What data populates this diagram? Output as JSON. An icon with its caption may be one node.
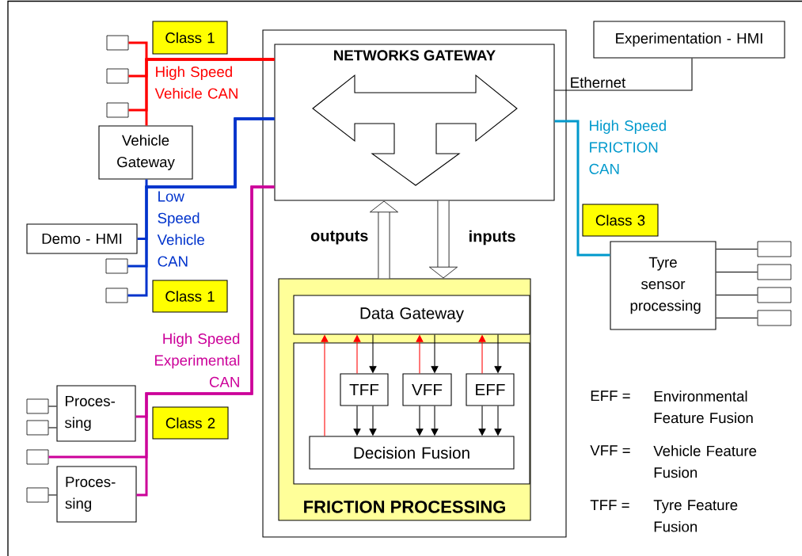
{
  "diagram": {
    "nodes": [
      {
        "text": [],
        "shape": "box"
      },
      {
        "text": [
          "NETWORKS GATEWAY"
        ],
        "in": 0
      },
      {
        "text": [
          "FRICTION PROCESSING"
        ],
        "in": 0
      },
      {
        "text": [
          "Data Gateway"
        ],
        "in": 2
      },
      {
        "text": [],
        "shape": "box",
        "in": 2
      },
      {
        "text": [
          "TFF"
        ],
        "in": 4
      },
      {
        "text": [
          "VFF"
        ],
        "in": 4
      },
      {
        "text": [
          "EFF"
        ],
        "in": 4
      },
      {
        "text": [
          "Decision Fusion"
        ],
        "in": 4
      },
      {
        "text": [
          "Experimentation - HMI"
        ]
      },
      {
        "text": [
          "Class 3"
        ]
      },
      {
        "text": [
          "Tyre sensor processing"
        ]
      },
      {
        "text": [],
        "shape": "box"
      },
      {
        "text": [],
        "shape": "box"
      },
      {
        "text": [],
        "shape": "box"
      },
      {
        "text": [],
        "shape": "box"
      },
      {
        "text": [
          "Class 1"
        ]
      },
      {
        "text": [],
        "shape": "box"
      },
      {
        "text": [],
        "shape": "box"
      },
      {
        "text": [],
        "shape": "box"
      },
      {
        "text": [
          "Vehicle Gateway"
        ]
      },
      {
        "text": [
          "Demo - HMI"
        ]
      },
      {
        "text": [],
        "shape": "box"
      },
      {
        "text": [],
        "shape": "box"
      },
      {
        "text": [
          "Class 1"
        ]
      },
      {
        "text": [
          "Proces- sing"
        ]
      },
      {
        "text": [],
        "shape": "box"
      },
      {
        "text": [],
        "shape": "box"
      },
      {
        "text": [
          "Class 2"
        ]
      },
      {
        "text": [],
        "shape": "box"
      },
      {
        "text": [
          "Proces- sing"
        ]
      },
      {
        "text": [],
        "shape": "box"
      }
    ],
    "edges": [
      {
        "from": 17,
        "to": 1,
        "arrow": "none",
        "style": "thick",
        "color": "#ff0000",
        "label": "High Speed Vehicle CAN"
      },
      {
        "from": 18,
        "to": 1,
        "arrow": "none",
        "style": "thick",
        "color": "#ff0000"
      },
      {
        "from": 19,
        "to": 1,
        "arrow": "none",
        "style": "thick",
        "color": "#ff0000"
      },
      {
        "from": 20,
        "to": 1,
        "arrow": "none",
        "style": "thick",
        "color": "#ff0000"
      },
      {
        "from": 20,
        "to": 1,
        "arrow": "none",
        "style": "thick",
        "color": "#0033cc",
        "label": "Low Speed Vehicle CAN"
      },
      {
        "from": 21,
        "to": 1,
        "arrow": "none",
        "style": "thick",
        "color": "#0033cc"
      },
      {
        "from": 22,
        "to": 1,
        "arrow": "none",
        "style": "thick",
        "color": "#0033cc"
      },
      {
        "from": 23,
        "to": 1,
        "arrow": "none",
        "style": "thick",
        "color": "#0033cc"
      },
      {
        "from": 25,
        "to": 1,
        "arrow": "none",
        "style": "thick",
        "color": "#cc0099",
        "label": "High Speed Experimental CAN"
      },
      {
        "from": 29,
        "to": 1,
        "arrow": "none",
        "style": "thick",
        "color": "#cc0099"
      },
      {
        "from": 30,
        "to": 1,
        "arrow": "none",
        "style": "thick",
        "color": "#cc0099"
      },
      {
        "from": 26,
        "to": 25,
        "arrow": "none"
      },
      {
        "from": 27,
        "to": 25,
        "arrow": "none"
      },
      {
        "from": 31,
        "to": 30,
        "arrow": "none"
      },
      {
        "from": 1,
        "to": 9,
        "arrow": "none",
        "label": "Ethernet"
      },
      {
        "from": 1,
        "to": 11,
        "arrow": "none",
        "style": "thick",
        "color": "#0099cc",
        "label": "High Speed FRICTION CAN"
      },
      {
        "from": 11,
        "to": 12,
        "arrow": "none"
      },
      {
        "from": 11,
        "to": 13,
        "arrow": "none"
      },
      {
        "from": 11,
        "to": 14,
        "arrow": "none"
      },
      {
        "from": 11,
        "to": 15,
        "arrow": "none"
      },
      {
        "from": 2,
        "to": 1,
        "arrow": "to",
        "style": "thick",
        "label": "outputs"
      },
      {
        "from": 1,
        "to": 2,
        "arrow": "to",
        "style": "thick",
        "label": "inputs"
      },
      {
        "from": 8,
        "to": 3,
        "arrow": "to",
        "color": "#ff0000"
      },
      {
        "from": 5,
        "to": 3,
        "arrow": "to",
        "color": "#ff0000"
      },
      {
        "from": 6,
        "to": 3,
        "arrow": "to",
        "color": "#ff0000"
      },
      {
        "from": 7,
        "to": 3,
        "arrow": "to",
        "color": "#ff0000"
      },
      {
        "from": 3,
        "to": 5,
        "arrow": "to"
      },
      {
        "from": 3,
        "to": 6,
        "arrow": "to"
      },
      {
        "from": 3,
        "to": 7,
        "arrow": "to"
      },
      {
        "from": 5,
        "to": 8,
        "arrow": "to"
      },
      {
        "from": 5,
        "to": 8,
        "arrow": "to"
      },
      {
        "from": 6,
        "to": 8,
        "arrow": "to"
      },
      {
        "from": 6,
        "to": 8,
        "arrow": "to"
      },
      {
        "from": 7,
        "to": 8,
        "arrow": "to"
      },
      {
        "from": 7,
        "to": 8,
        "arrow": "to"
      }
    ],
    "labels": [
      "EFF =",
      "Environmental Feature Fusion",
      "VFF =",
      "Vehicle Feature Fusion",
      "TFF =",
      "Tyre Feature Fusion"
    ]
  }
}
